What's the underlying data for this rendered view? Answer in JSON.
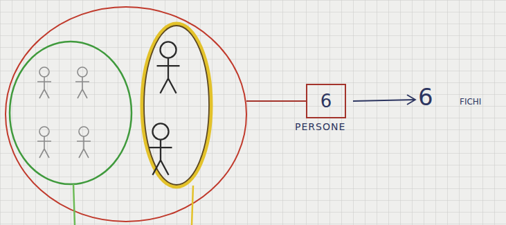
{
  "diagram": {
    "nodes": [
      {
        "text": [
          "6",
          "PERSONE"
        ]
      }
    ],
    "labels": [
      "6",
      "FICHI"
    ]
  }
}
